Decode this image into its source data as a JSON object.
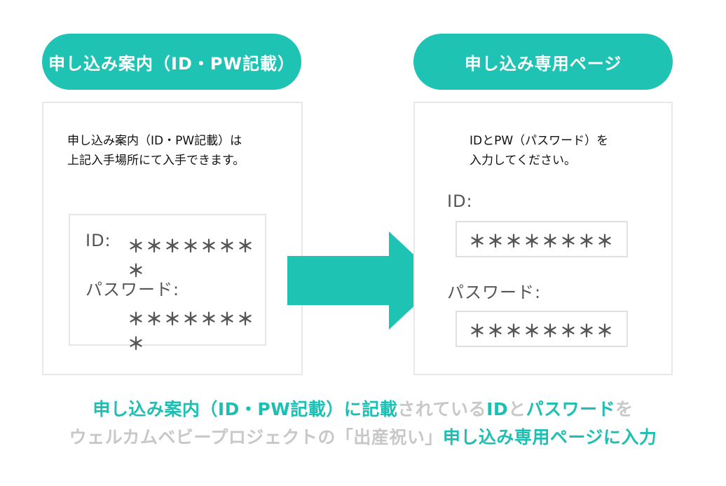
{
  "left_panel": {
    "header": "申し込み案内（ID・PW記載）",
    "instruction_line1": "申し込み案内（ID・PW記載）は",
    "instruction_line2": "上記入手場所にて入手できます。",
    "id_label": "ID:",
    "id_value": "＊＊＊＊＊＊＊＊",
    "password_label": "パスワード:",
    "password_value": "＊＊＊＊＊＊＊＊"
  },
  "right_panel": {
    "header": "申し込み専用ページ",
    "instruction_line1": "IDとPW（パスワード）を",
    "instruction_line2": "入力してください。",
    "id_label": "ID:",
    "id_field_value": "＊＊＊＊＊＊＊＊",
    "password_label": "パスワード:",
    "password_field_value": "＊＊＊＊＊＊＊＊"
  },
  "footer": {
    "line1": [
      {
        "text": "申し込み案内（ID・PW記載）に記載",
        "style": "teal"
      },
      {
        "text": "されている",
        "style": "gray"
      },
      {
        "text": "ID",
        "style": "teal"
      },
      {
        "text": "と",
        "style": "gray"
      },
      {
        "text": "パスワード",
        "style": "teal"
      },
      {
        "text": "を",
        "style": "gray"
      }
    ],
    "line2": [
      {
        "text": "ウェルカムベビープロジェクトの「出産祝い」",
        "style": "gray"
      },
      {
        "text": "申し込み専用ページに入力",
        "style": "teal"
      }
    ]
  },
  "colors": {
    "accent": "#1ec3b4",
    "muted_text": "#c8c8c8",
    "border": "#e8e8e8"
  }
}
